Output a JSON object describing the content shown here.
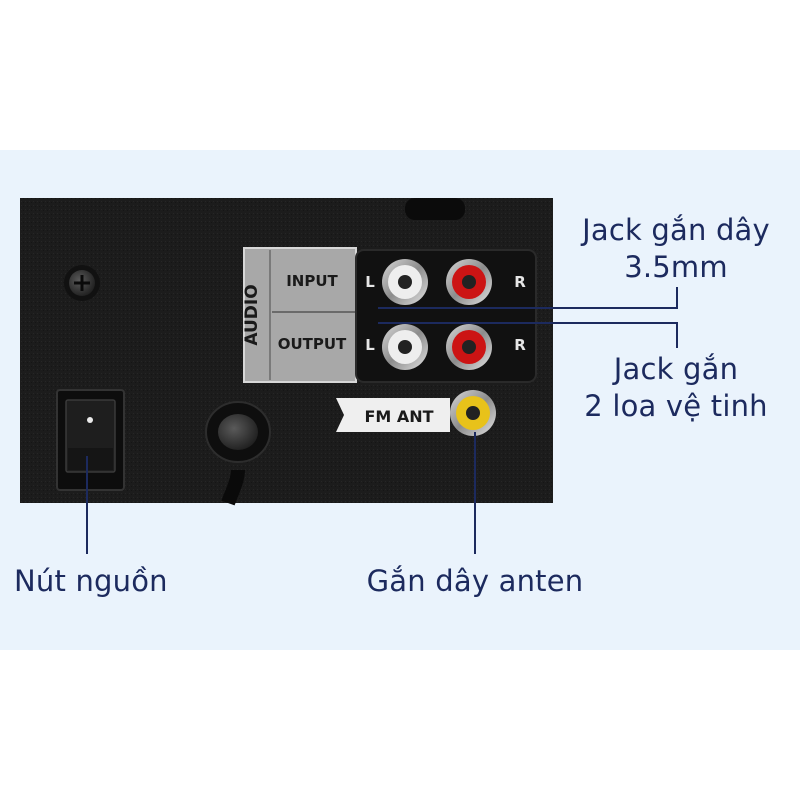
{
  "panel": {
    "audio_label": "AUDIO",
    "input_label": "INPUT",
    "output_label": "OUTPUT",
    "left_label": "L",
    "right_label": "R",
    "fm_label": "FM ANT"
  },
  "callouts": {
    "jack_35": [
      "Jack gắn dây",
      "3.5mm"
    ],
    "jack_speakers": [
      "Jack gắn",
      "2 loa vệ tinh"
    ],
    "power_button": "Nút nguồn",
    "antenna": "Gắn dây anten"
  },
  "colors": {
    "background_band": "#eaf3fc",
    "panel_black": "#1b1b1b",
    "label_plate": "#a8a8a8",
    "leader_line": "#1c2a5e",
    "rca_white": "#eeeeee",
    "rca_red": "#cc1414",
    "rca_yellow": "#e8c21a"
  }
}
